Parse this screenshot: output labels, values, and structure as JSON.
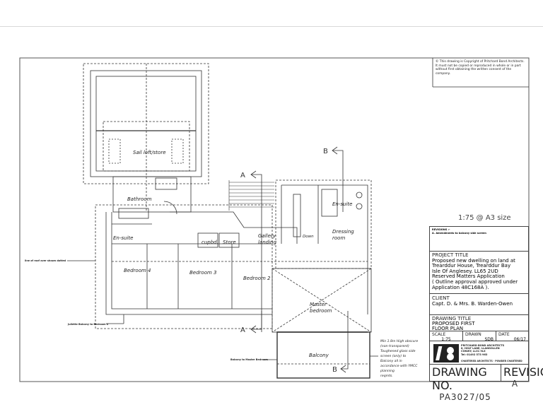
{
  "copyright": "© This drawing is Copyright of Pritchard Bond Architects. It must not be copied or reproduced in whole or in part without first obtaining the written consent of the company.",
  "scale_note": "1:75 @ A3 size",
  "revisions": {
    "heading": "REVISIONS :-",
    "items": [
      "A. Amendments to balcony side screen"
    ]
  },
  "project": {
    "heading": "PROJECT TITLE",
    "lines": [
      "Proposed new dwelling  on land at",
      "Trearddur House, Trearddur Bay",
      "Isle Of Anglesey. LL65 2UD",
      "Reserved Matters  Application",
      "( Outline approval approved under",
      "Application 48C168A )."
    ]
  },
  "client": {
    "heading": "CLIENT",
    "name": "Capt. D.  & Mrs. B. Warden-Owen"
  },
  "drawing_title": {
    "heading": "DRAWING TITLE",
    "lines": [
      "PROPOSED FIRST",
      "FLOOR PLAN"
    ]
  },
  "meta": {
    "scale_label": "SCALE",
    "scale": "1:75",
    "drawn_label": "DRAWN",
    "drawn": "SDB",
    "date_label": "DATE",
    "date": "06/17"
  },
  "practice": {
    "name": "PRITCHARD BOND ARCHITECTS",
    "address": [
      "8, HOLT LANE, LLANGOLLEN",
      "CONWY, LL31 9LX",
      "Tel: 01492 573 963"
    ],
    "tagline": "CHARTERED ARCHITECTS  ·  POWDER CHARTERED"
  },
  "drawing_no": {
    "label": "DRAWING NO.",
    "value": "PA3027/05"
  },
  "revision": {
    "label": "REVISION",
    "value": "A"
  },
  "rooms": {
    "sail_loft": "Sail loft/store",
    "bathroom": "Bathroom",
    "ensuite_left": "En-suite",
    "ensuite_right": "En-suite",
    "cupbd": "cupbd.",
    "store": "Store",
    "gallery1": "Gallery",
    "gallery2": "landing",
    "down": "Down",
    "dressing1": "Dressing",
    "dressing2": "room",
    "bedroom4": "Bedroom 4",
    "bedroom3": "Bedroom 3",
    "bedroom2": "Bedroom 2",
    "master1": "Master",
    "master2": "bedroom",
    "balcony": "Balcony"
  },
  "sections": {
    "a_top": "A",
    "b_top": "B",
    "a_bottom": "A",
    "b_bottom": "B"
  },
  "annotations": {
    "roof_line": "line of roof over shown dotted",
    "juliette": "Juliette Balcony to Bedroom 4",
    "balcony_master": "Balcony to Master Bedroom",
    "screen_note": [
      "Min 1.8m High obscure",
      "(non-transparent)",
      "Toughened glass side",
      "screen (only) to",
      "Balcony all in",
      "accordance with  YMCC",
      "planning",
      "reqmts."
    ]
  }
}
